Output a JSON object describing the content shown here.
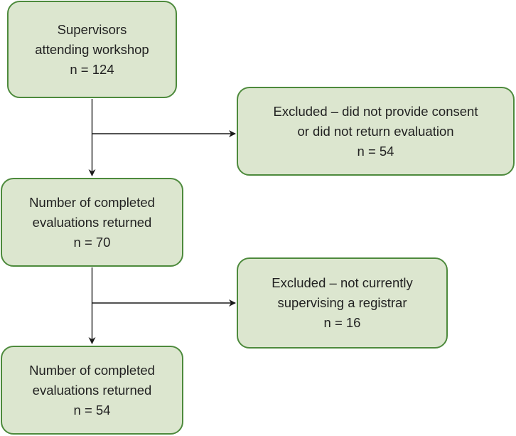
{
  "flowchart": {
    "boxes": [
      {
        "id": "supervisors-attending",
        "lines": [
          "Supervisors",
          "attending workshop",
          "n = 124"
        ]
      },
      {
        "id": "excluded-consent",
        "lines": [
          "Excluded – did not provide consent",
          "or did not return evaluation",
          "n = 54"
        ]
      },
      {
        "id": "completed-evaluations-70",
        "lines": [
          "Number of completed",
          "evaluations returned",
          "n = 70"
        ]
      },
      {
        "id": "excluded-not-supervising",
        "lines": [
          "Excluded – not currently",
          "supervising a registrar",
          "n = 16"
        ]
      },
      {
        "id": "completed-evaluations-54",
        "lines": [
          "Number of completed",
          "evaluations returned",
          "n = 54"
        ]
      }
    ],
    "colors": {
      "box_fill": "#dce6cf",
      "box_border": "#4d8a3c",
      "text": "#222222",
      "arrow": "#1a1a1a"
    }
  }
}
